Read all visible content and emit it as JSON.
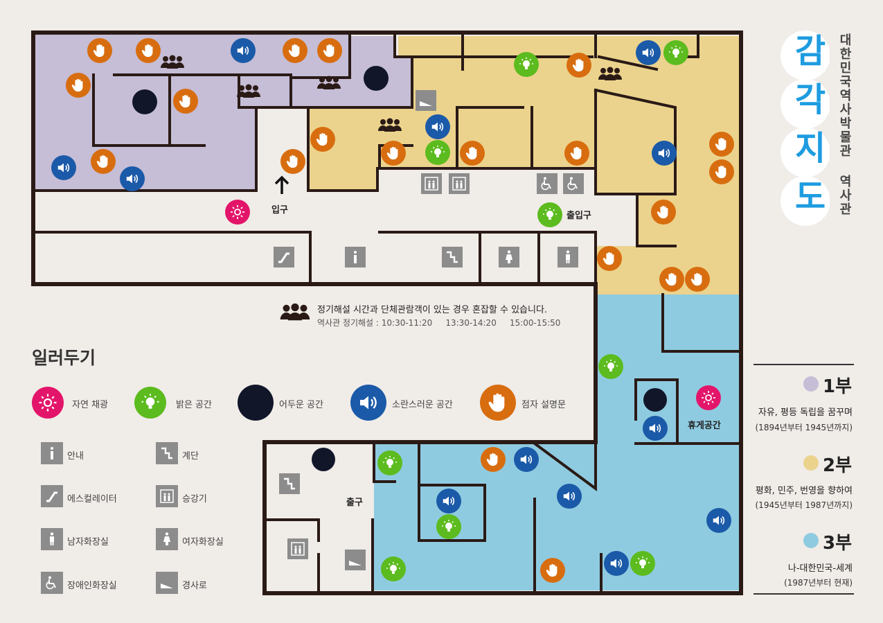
{
  "map": {
    "labels": {
      "entrance": "입구",
      "entrance_exit": "출입구",
      "exit": "출구",
      "rest_area": "휴게공간"
    }
  },
  "notice": {
    "line1": "정기해설 시간과 단체관람객이 있는 경우 혼잡할 수 있습니다.",
    "line2": "역사관 정기해설 : 10:30-11:20     13:30-14:20     15:00-15:50"
  },
  "legend": {
    "title": "일러두기",
    "icons": [
      {
        "label": "자연 채광",
        "icon": "sun-icon",
        "color": "#e3156a"
      },
      {
        "label": "밝은 공간",
        "icon": "bulb-icon",
        "color": "#5cbb1e"
      },
      {
        "label": "어두운 공간",
        "icon": "moon-icon",
        "color": "#111629"
      },
      {
        "label": "소란스러운 공간",
        "icon": "speaker-icon",
        "color": "#1b5aa8"
      },
      {
        "label": "점자 설명문",
        "icon": "hand-icon",
        "color": "#d86d0f"
      }
    ],
    "facilities": [
      {
        "label": "안내",
        "icon": "info-icon"
      },
      {
        "label": "계단",
        "icon": "stairs-icon"
      },
      {
        "label": "에스컬레이터",
        "icon": "escalator-icon"
      },
      {
        "label": "승강기",
        "icon": "elevator-icon"
      },
      {
        "label": "남자화장실",
        "icon": "men-restroom-icon"
      },
      {
        "label": "여자화장실",
        "icon": "women-restroom-icon"
      },
      {
        "label": "장애인화장실",
        "icon": "accessible-restroom-icon"
      },
      {
        "label": "경사로",
        "icon": "ramp-icon"
      }
    ]
  },
  "title": {
    "main": [
      "감",
      "각",
      "지",
      "도"
    ],
    "sub1": "대한민국역사박물관",
    "sub2": "역사관",
    "color": "#1e9ce0"
  },
  "parts": [
    {
      "number": "1부",
      "line1": "자유, 평등 독립을 꿈꾸며",
      "line2": "(1894년부터 1945년까지)",
      "color": "#c6bdd6"
    },
    {
      "number": "2부",
      "line1": "평화, 민주, 번영을 향하여",
      "line2": "(1945년부터 1987년까지)",
      "color": "#ebd38d"
    },
    {
      "number": "3부",
      "line1": "나-대한민국-세계",
      "line2": "(1987년부터 현재)",
      "color": "#8fcbe0"
    }
  ],
  "colors": {
    "part1": "#c6bdd6",
    "part2": "#ebd38d",
    "part3": "#8fcbe0",
    "wall": "#2a1a16",
    "background": "#f0ece8",
    "facility": "#8c8c8c"
  }
}
